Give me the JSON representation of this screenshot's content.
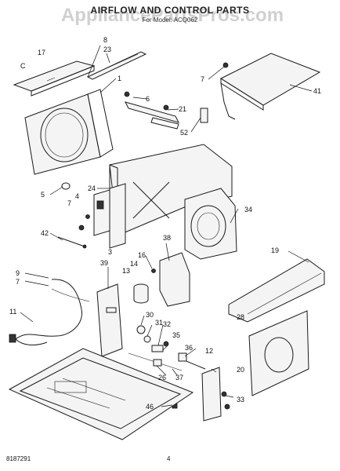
{
  "title": "AIRFLOW AND CONTROL PARTS",
  "subtitle": "For Model: ACQ062",
  "watermark": "AppliancePartsPros.com",
  "doc_number": "8187291",
  "page_number": "4",
  "callouts": [
    {
      "id": "c-c",
      "label": "C"
    },
    {
      "id": "c-17",
      "label": "17"
    },
    {
      "id": "c-8",
      "label": "8"
    },
    {
      "id": "c-23",
      "label": "23"
    },
    {
      "id": "c-1",
      "label": "1"
    },
    {
      "id": "c-6",
      "label": "6"
    },
    {
      "id": "c-21",
      "label": "21"
    },
    {
      "id": "c-52",
      "label": "52"
    },
    {
      "id": "c-7a",
      "label": "7"
    },
    {
      "id": "c-41",
      "label": "41"
    },
    {
      "id": "c-5",
      "label": "5"
    },
    {
      "id": "c-4",
      "label": "4"
    },
    {
      "id": "c-24",
      "label": "24"
    },
    {
      "id": "c-7b",
      "label": "7"
    },
    {
      "id": "c-34",
      "label": "34"
    },
    {
      "id": "c-42",
      "label": "42"
    },
    {
      "id": "c-3",
      "label": "3"
    },
    {
      "id": "c-38",
      "label": "38"
    },
    {
      "id": "c-16",
      "label": "16"
    },
    {
      "id": "c-19",
      "label": "19"
    },
    {
      "id": "c-9",
      "label": "9"
    },
    {
      "id": "c-7c",
      "label": "7"
    },
    {
      "id": "c-39",
      "label": "39"
    },
    {
      "id": "c-13",
      "label": "13"
    },
    {
      "id": "c-14",
      "label": "14"
    },
    {
      "id": "c-11",
      "label": "11"
    },
    {
      "id": "c-30",
      "label": "30"
    },
    {
      "id": "c-31",
      "label": "31"
    },
    {
      "id": "c-28",
      "label": "28"
    },
    {
      "id": "c-32",
      "label": "32"
    },
    {
      "id": "c-35",
      "label": "35"
    },
    {
      "id": "c-36",
      "label": "36"
    },
    {
      "id": "c-12",
      "label": "12"
    },
    {
      "id": "c-20",
      "label": "20"
    },
    {
      "id": "c-26",
      "label": "26"
    },
    {
      "id": "c-37",
      "label": "37"
    },
    {
      "id": "c-33",
      "label": "33"
    },
    {
      "id": "c-46",
      "label": "46"
    }
  ]
}
